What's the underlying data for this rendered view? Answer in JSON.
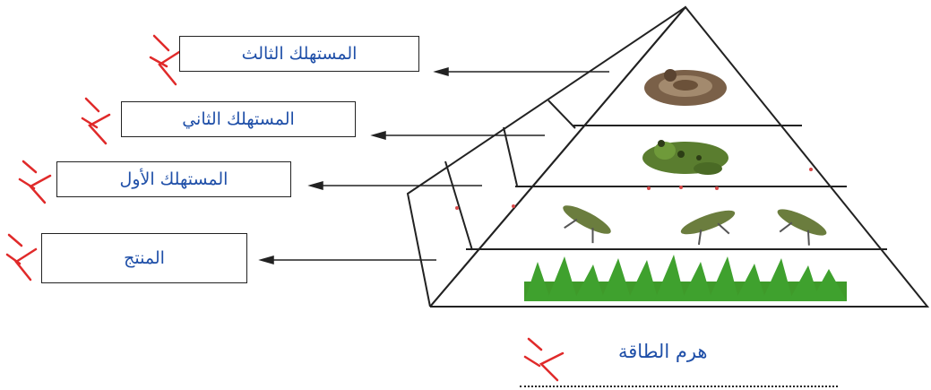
{
  "diagram": {
    "levels": [
      {
        "label": "المستهلك الثالث",
        "organism": "snake-icon"
      },
      {
        "label": "المستهلك الثاني",
        "organism": "frog-icon"
      },
      {
        "label": "المستهلك الأول",
        "organism": "grasshopper-icon"
      },
      {
        "label": "المنتج",
        "organism": "grass-icon"
      }
    ],
    "caption": "هرم الطاقة",
    "colors": {
      "label_text": "#1f4fa8",
      "grade_mark": "#e02a2a",
      "frog": "#5a7d2f",
      "snake": "#7a6048",
      "grass": "#3fa12e",
      "grasshopper": "#6b7d3e"
    }
  }
}
